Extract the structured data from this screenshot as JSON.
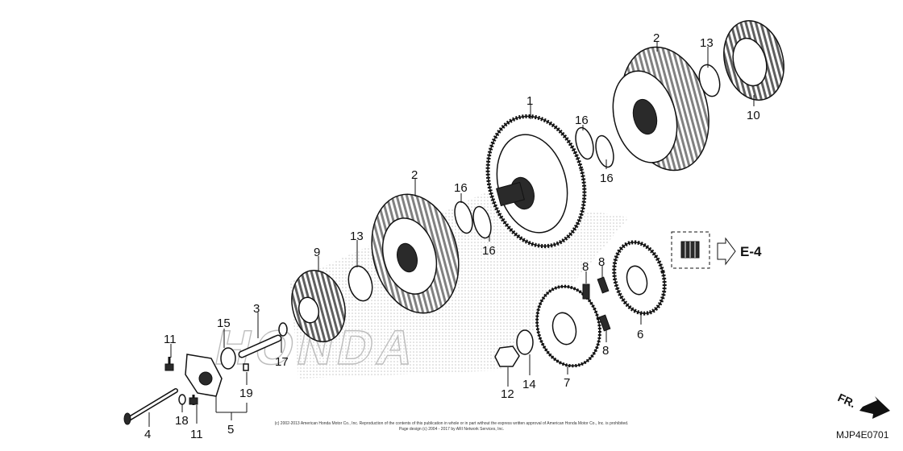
{
  "callouts": [
    "1",
    "2",
    "2",
    "3",
    "4",
    "5",
    "6",
    "7",
    "8",
    "8",
    "8",
    "9",
    "10",
    "11",
    "11",
    "12",
    "13",
    "13",
    "14",
    "15",
    "16",
    "16",
    "16",
    "16",
    "17",
    "18",
    "19"
  ],
  "reference_box_label": "E-4",
  "direction_label": "FR.",
  "diagram_code": "MJP4E0701",
  "watermark": "HONDA",
  "copyright_line1": "(c) 2002-2013 American Honda Motor Co., Inc. Reproduction of the contents of this publication in whole or in part without the express written approval of American Honda Motor Co., Inc. is prohibited.",
  "copyright_line2": "Page design (c) 2004 - 2017 by ARI Network Services, Inc."
}
